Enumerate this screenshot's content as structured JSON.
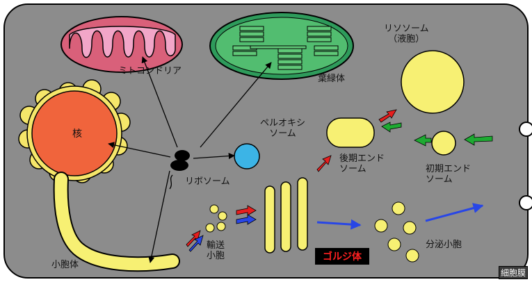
{
  "labels": {
    "mitochondria": "ミトコンドリア",
    "chloroplast": "葉緑体",
    "lysosome_line1": "リソソーム",
    "lysosome_line2": "（液胞）",
    "nucleus": "核",
    "peroxisome_line1": "ペルオキシ",
    "peroxisome_line2": "ソーム",
    "late_endosome_line1": "後期エンド",
    "late_endosome_line2": "ソーム",
    "early_endosome_line1": "初期エンド",
    "early_endosome_line2": "ソーム",
    "ribosome": "リボソーム",
    "transport_vesicle_line1": "輸送",
    "transport_vesicle_line2": "小胞",
    "endoplasmic_reticulum": "小胞体",
    "golgi": "ゴルジ体",
    "secretory_vesicle": "分泌小胞",
    "cell_membrane": "細胞膜"
  },
  "colors": {
    "cytoplasm": "#8c8c8c",
    "mitochondria_outer": "#d9607a",
    "mitochondria_inner": "#f2a6c8",
    "chloroplast": "#2e9b5b",
    "chloroplast_thylakoid": "#60c878",
    "nucleus": "#f0643c",
    "nucleus_envelope": "#f5e66a",
    "organelle_yellow": "#f7f073",
    "peroxisome": "#3cb4e6",
    "arrow_red": "#e61e1e",
    "arrow_blue": "#2846e6",
    "arrow_green": "#1eaa32"
  }
}
